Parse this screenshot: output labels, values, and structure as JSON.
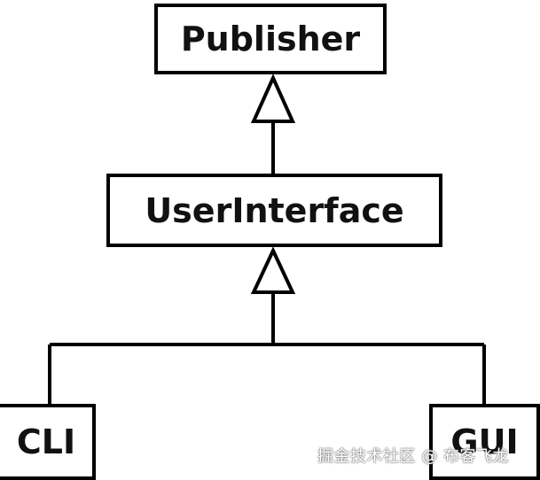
{
  "classes": {
    "publisher": "Publisher",
    "user_interface": "UserInterface",
    "cli": "CLI",
    "gui": "GUI"
  },
  "relationships": [
    {
      "from": "UserInterface",
      "to": "Publisher",
      "type": "inheritance"
    },
    {
      "from": "CLI",
      "to": "UserInterface",
      "type": "inheritance"
    },
    {
      "from": "GUI",
      "to": "UserInterface",
      "type": "inheritance"
    }
  ],
  "watermark": "掘金技术社区 @ 布客飞龙",
  "colors": {
    "line": "#000000",
    "background": "#ffffff"
  }
}
